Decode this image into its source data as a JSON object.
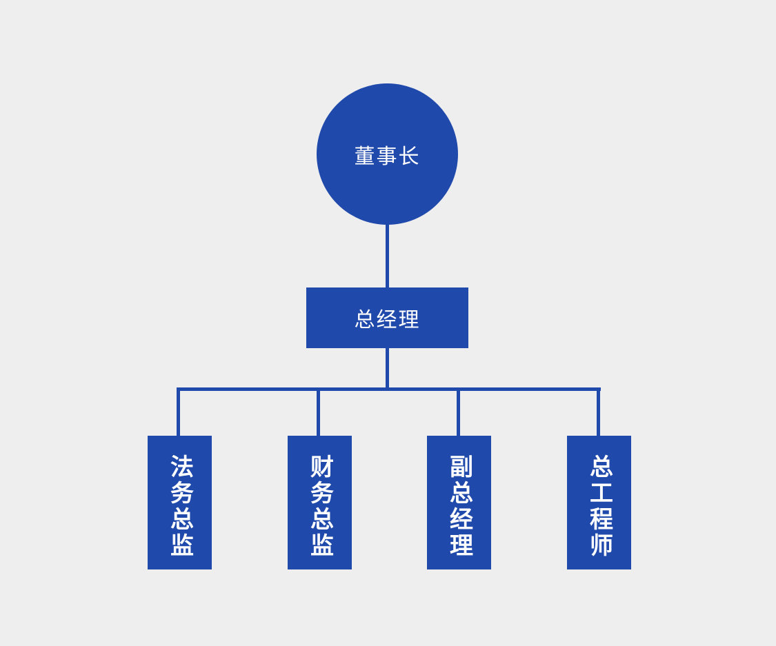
{
  "chart_data": {
    "type": "diagram",
    "diagram_type": "organization-chart",
    "title": "",
    "orientation": "top-down",
    "accent_color": "#2049ac",
    "background_color": "#efeeee",
    "text_color": "#ffffff",
    "levels": 3,
    "nodes": [
      {
        "id": "root",
        "label": "董事长",
        "shape": "circle",
        "level": 0,
        "parent": null
      },
      {
        "id": "gm",
        "label": "总经理",
        "shape": "rectangle",
        "level": 1,
        "parent": "root"
      },
      {
        "id": "legal",
        "label": "法务总监",
        "shape": "rectangle",
        "level": 2,
        "parent": "gm",
        "text_direction": "vertical"
      },
      {
        "id": "finance",
        "label": "财务总监",
        "shape": "rectangle",
        "level": 2,
        "parent": "gm",
        "text_direction": "vertical"
      },
      {
        "id": "deputy",
        "label": "副总经理",
        "shape": "rectangle",
        "level": 2,
        "parent": "gm",
        "text_direction": "vertical"
      },
      {
        "id": "engineer",
        "label": "总工程师",
        "shape": "rectangle",
        "level": 2,
        "parent": "gm",
        "text_direction": "vertical"
      }
    ],
    "edges": [
      {
        "from": "root",
        "to": "gm"
      },
      {
        "from": "gm",
        "to": "legal"
      },
      {
        "from": "gm",
        "to": "finance"
      },
      {
        "from": "gm",
        "to": "deputy"
      },
      {
        "from": "gm",
        "to": "engineer"
      }
    ]
  },
  "chart": {
    "root": {
      "label": "董事长"
    },
    "general_manager": {
      "label": "总经理"
    },
    "departments": [
      {
        "label": "法务总监"
      },
      {
        "label": "财务总监"
      },
      {
        "label": "副总经理"
      },
      {
        "label": "总工程师"
      }
    ]
  }
}
